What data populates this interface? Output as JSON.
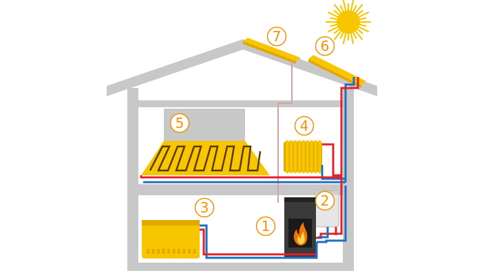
{
  "colors": {
    "house": "#c8c8c8",
    "accent": "#f39200",
    "yellow": "#f7c600",
    "yellow_dark": "#e2a800",
    "hot_pipe": "#e3202b",
    "cold_pipe": "#1e6fc0",
    "flue": "#d8a0a0",
    "stove_body": "#3a3a3a",
    "fire": "#f07800"
  },
  "icons": {
    "sun": "sun-icon",
    "flame": "flame-icon"
  },
  "components": [
    {
      "id": "stove",
      "number": "1"
    },
    {
      "id": "water-tank",
      "number": "2"
    },
    {
      "id": "fan-convector",
      "number": "3"
    },
    {
      "id": "radiator",
      "number": "4"
    },
    {
      "id": "underfloor-heating",
      "number": "5"
    },
    {
      "id": "solar-collector",
      "number": "6"
    },
    {
      "id": "chimney-panel",
      "number": "7"
    }
  ]
}
